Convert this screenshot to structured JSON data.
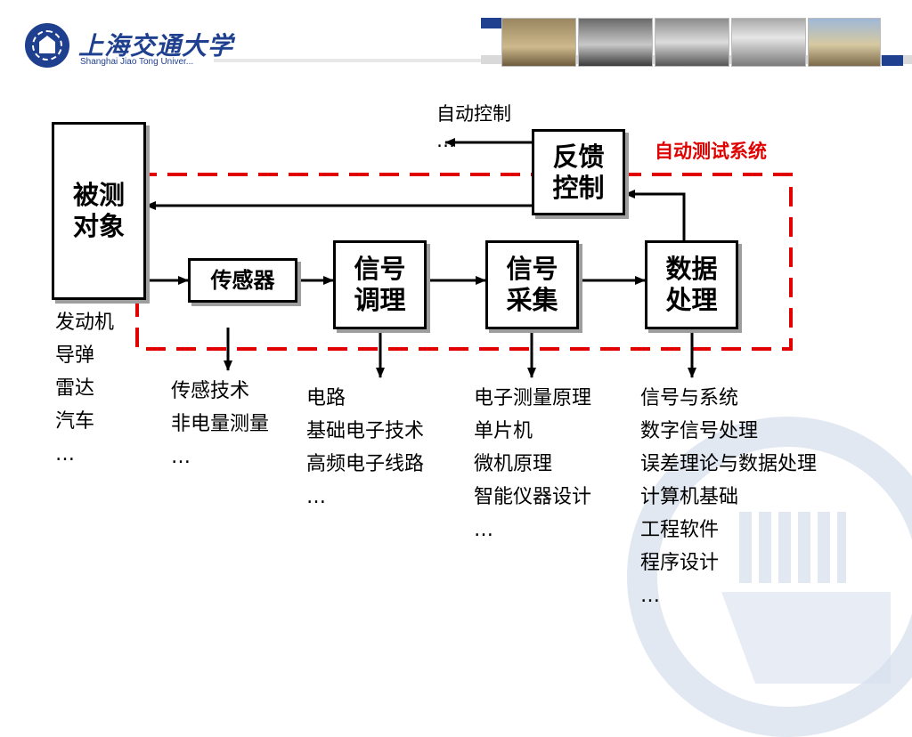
{
  "header": {
    "logo_cn": "上海交通大学",
    "logo_en": "Shanghai Jiao Tong Univer..."
  },
  "colors": {
    "brand": "#1f3f8f",
    "accent_red": "#e00000",
    "watermark": "#d8e0ee"
  },
  "diagram": {
    "system_label": "自动测试系统",
    "auto_control": {
      "line1": "自动控制",
      "line2": "…"
    },
    "boxes": {
      "object": {
        "line1": "被测",
        "line2": "对象"
      },
      "sensor": {
        "line1": "传感器"
      },
      "conditioning": {
        "line1": "信号",
        "line2": "调理"
      },
      "acquisition": {
        "line1": "信号",
        "line2": "采集"
      },
      "processing": {
        "line1": "数据",
        "line2": "处理"
      },
      "feedback": {
        "line1": "反馈",
        "line2": "控制"
      }
    },
    "lists": {
      "object": [
        "发动机",
        "导弹",
        "雷达",
        "汽车",
        "…"
      ],
      "sensor": [
        "传感技术",
        "非电量测量",
        "…"
      ],
      "conditioning": [
        "电路",
        "基础电子技术",
        "高频电子线路",
        "…"
      ],
      "acquisition": [
        "电子测量原理",
        "单片机",
        "微机原理",
        "智能仪器设计",
        "…"
      ],
      "processing": [
        "信号与系统",
        "数字信号处理",
        "误差理论与数据处理",
        "计算机基础",
        "工程软件",
        "程序设计",
        "…"
      ]
    }
  }
}
